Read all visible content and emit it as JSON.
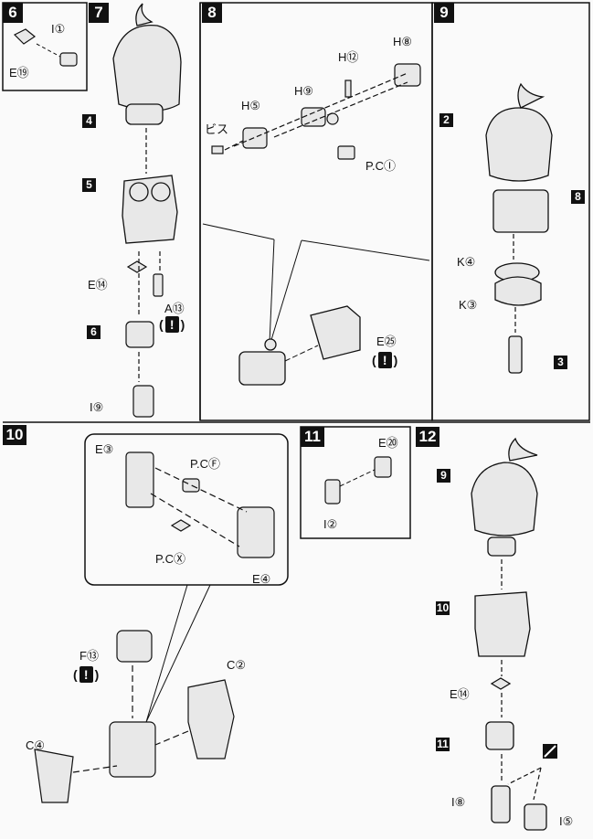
{
  "steps": {
    "s6": "6",
    "s7": "7",
    "s8": "8",
    "s9": "9",
    "s10": "10",
    "s11": "11",
    "s12": "12"
  },
  "labels": {
    "I1": "I①",
    "E19": "E⑲",
    "ref4": "4",
    "ref5": "5",
    "ref6": "6",
    "E14a": "E⑭",
    "A13": "A⑬",
    "I9": "I⑨",
    "H8": "H⑧",
    "H12": "H⑫",
    "H9": "H⑨",
    "H5": "H⑤",
    "bisu": "ビス",
    "PCI": "P.CⒾ",
    "E25": "E㉕",
    "ref2": "2",
    "ref8": "8",
    "K4": "K④",
    "K3": "K③",
    "ref3": "3",
    "E3": "E③",
    "PCF": "P.CⒻ",
    "PCX": "P.CⓍ",
    "E4": "E④",
    "F13": "F⑬",
    "C2": "C②",
    "C4": "C④",
    "E20": "E⑳",
    "I2": "I②",
    "ref9": "9",
    "ref10": "10",
    "E14b": "E⑭",
    "ref11": "11",
    "I8": "I⑧",
    "I5": "I⑤"
  },
  "warning": {
    "open": "(",
    "mark": "!",
    "close": ")"
  }
}
